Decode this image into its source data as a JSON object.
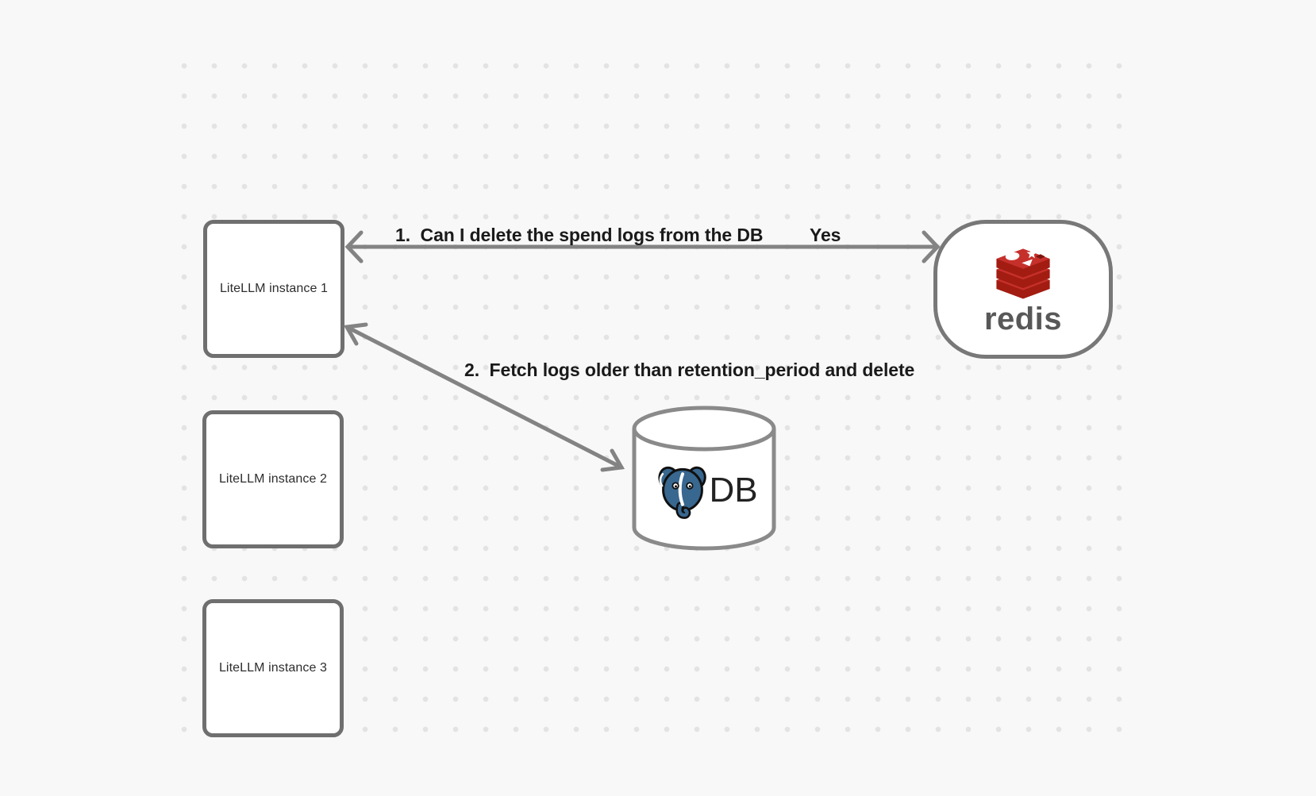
{
  "canvas": {
    "background_color": "#f8f8f8",
    "dot_color": "#e3e3e3",
    "shape_stroke_color": "#6f6f6f",
    "arrow_color": "#838383"
  },
  "nodes": {
    "instance1": {
      "label": "LiteLLM instance 1"
    },
    "instance2": {
      "label": "LiteLLM instance 2"
    },
    "instance3": {
      "label": "LiteLLM instance 3"
    },
    "redis": {
      "wordmark": "redis",
      "brand_red": "#c6302b",
      "brand_dark_red": "#a21c11"
    },
    "db": {
      "label": "DB",
      "postgres_blue": "#38678f"
    }
  },
  "edges": {
    "edge1": {
      "label": "1.  Can I delete the spend logs from the DB",
      "response": "Yes"
    },
    "edge2": {
      "label": "2.  Fetch logs older than retention_period and delete"
    }
  }
}
